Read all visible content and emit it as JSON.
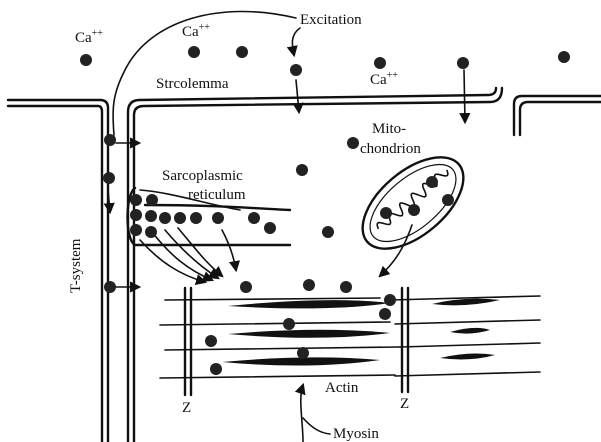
{
  "labels": {
    "ca_1": "Ca",
    "ca_1_sup": "++",
    "ca_2": "Ca",
    "ca_2_sup": "++",
    "ca_3": "Ca",
    "ca_3_sup": "++",
    "excitation": "Excitation",
    "sarcolemma": "Strcolemma",
    "mito_1": "Mito-",
    "mito_2": "chondrion",
    "sr_1": "Sarcoplasmic",
    "sr_2": "reticulum",
    "t_system": "T-system",
    "actin": "Actin",
    "myosin": "Myosin",
    "z_left": "Z",
    "z_right": "Z"
  }
}
